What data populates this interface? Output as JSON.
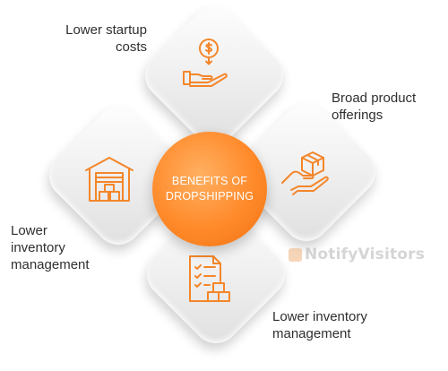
{
  "center": {
    "title_line1": "BENEFITS OF",
    "title_line2": "DROPSHIPPING"
  },
  "benefits": [
    {
      "label_line1": "Lower startup",
      "label_line2": "costs",
      "icon": "dollar-hand-icon"
    },
    {
      "label_line1": "Broad product",
      "label_line2": "offerings",
      "icon": "box-hand-icon"
    },
    {
      "label_line1": "Lower",
      "label_line2": "inventory",
      "label_line3": "management",
      "icon": "warehouse-icon"
    },
    {
      "label_line1": "Lower inventory",
      "label_line2": "management",
      "icon": "checklist-boxes-icon"
    }
  ],
  "watermark": {
    "brand": "NotifyVisitors"
  },
  "colors": {
    "accent": "#f4862a",
    "tile": "#ececec",
    "text": "#2f2f2f"
  }
}
